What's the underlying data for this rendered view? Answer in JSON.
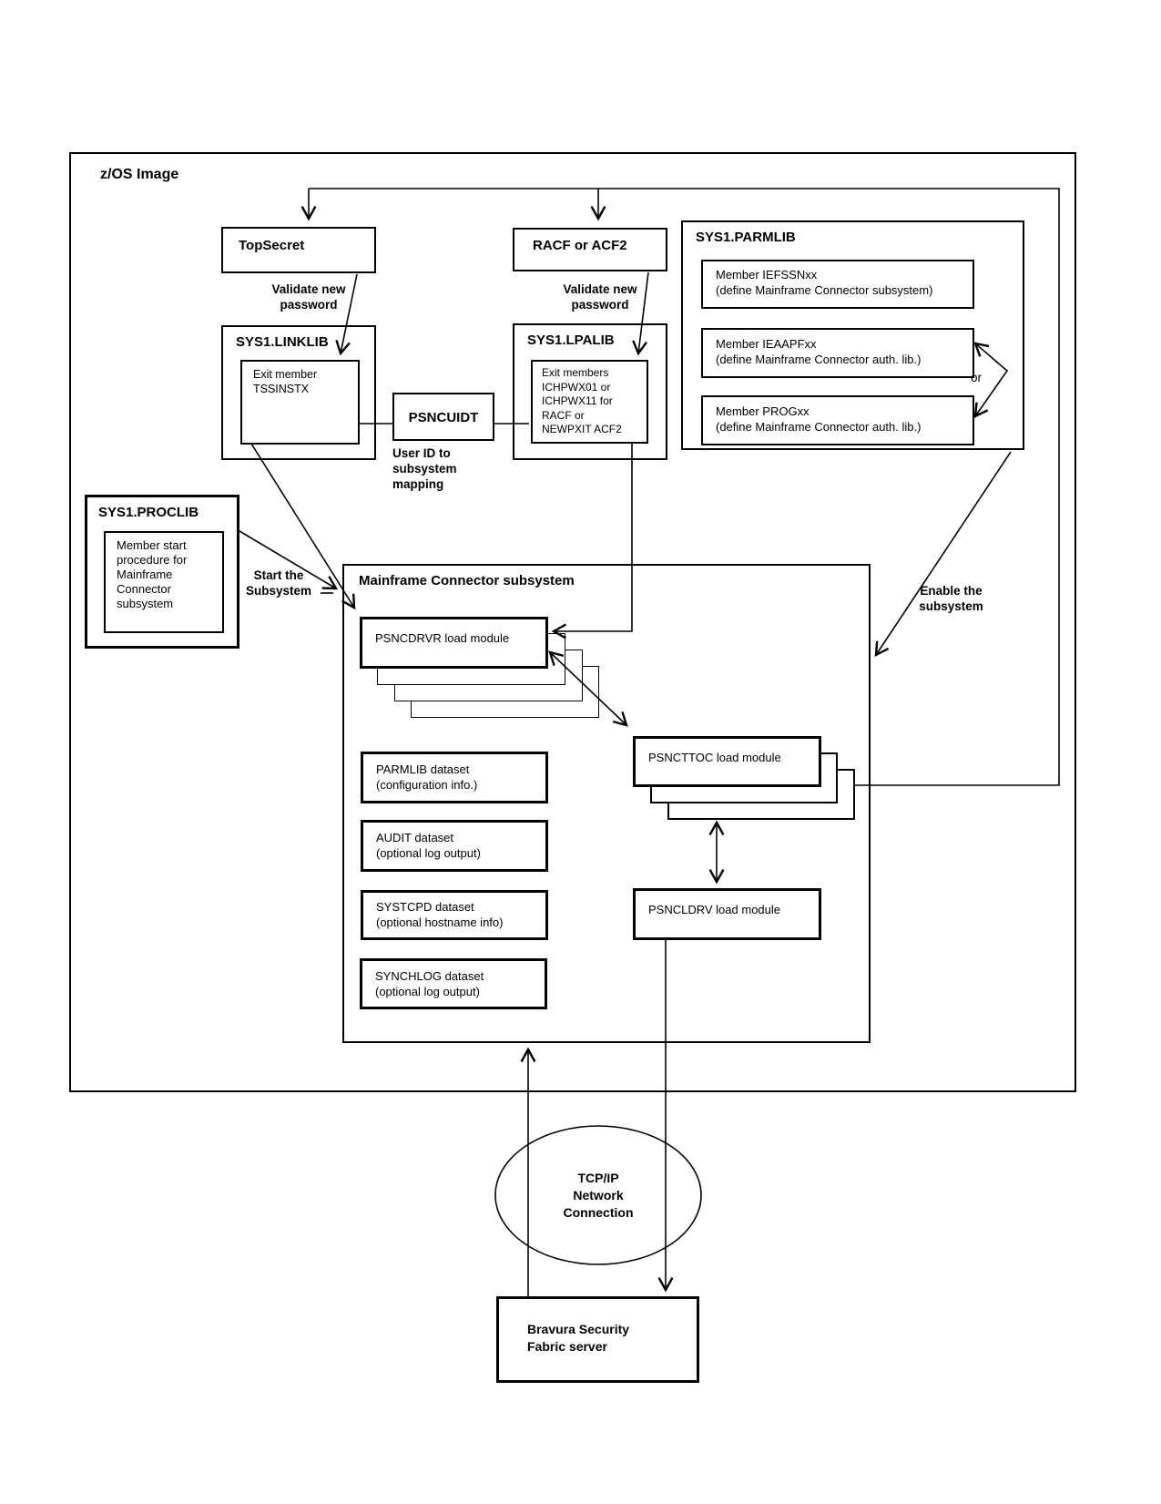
{
  "frame": {
    "title": "z/OS Image"
  },
  "topsecret": {
    "label": "TopSecret"
  },
  "racf": {
    "label": "RACF or ACF2"
  },
  "validate_left": {
    "line1": "Validate new",
    "line2": "password"
  },
  "validate_right": {
    "line1": "Validate new",
    "line2": "password"
  },
  "parmlib": {
    "title": "SYS1.PARMLIB",
    "iefssn": {
      "line1": "Member IEFSSNxx",
      "line2": "(define Mainframe Connector subsystem)"
    },
    "ieaapf": {
      "line1": "Member IEAAPFxx",
      "line2": "(define Mainframe Connector auth. lib.)"
    },
    "prog": {
      "line1": "Member PROGxx",
      "line2": "(define Mainframe Connector auth. lib.)"
    },
    "or_label": "or"
  },
  "linklib": {
    "title": "SYS1.LINKLIB",
    "member": {
      "line1": "Exit member",
      "line2": "TSSINSTX"
    }
  },
  "psncuidt": {
    "label": "PSNCUIDT",
    "caption": {
      "line1": "User ID to",
      "line2": "subsystem",
      "line3": "mapping"
    }
  },
  "lpalib": {
    "title": "SYS1.LPALIB",
    "member": {
      "line1": "Exit members",
      "line2": "ICHPWX01 or",
      "line3": "ICHPWX11 for",
      "line4": "RACF or",
      "line5": "NEWPXIT ACF2"
    }
  },
  "proclib": {
    "title": "SYS1.PROCLIB",
    "member": {
      "line1": "Member start",
      "line2": "procedure for",
      "line3": "Mainframe",
      "line4": "Connector",
      "line5": "subsystem"
    }
  },
  "start_label": {
    "line1": "Start the",
    "line2": "Subsystem"
  },
  "enable_label": {
    "line1": "Enable the",
    "line2": "subsystem"
  },
  "subsystem": {
    "title": "Mainframe Connector subsystem",
    "psncdrvr": "PSNCDRVR load module",
    "psncttoc": "PSNCTTOC load module",
    "psncldrv": "PSNCLDRV load module",
    "datasets": [
      [
        "PARMLIB dataset",
        "(configuration info.)"
      ],
      [
        "AUDIT dataset",
        "(optional log output)"
      ],
      [
        "SYSTCPD dataset",
        "(optional hostname info)"
      ],
      [
        "SYNCHLOG dataset",
        "(optional log output)"
      ]
    ]
  },
  "network": {
    "line1": "TCP/IP",
    "line2": "Network",
    "line3": "Connection"
  },
  "bravura": {
    "line1": "Bravura Security",
    "line2": "Fabric server"
  },
  "colors": {
    "ink": "#000000",
    "paper": "#ffffff"
  }
}
